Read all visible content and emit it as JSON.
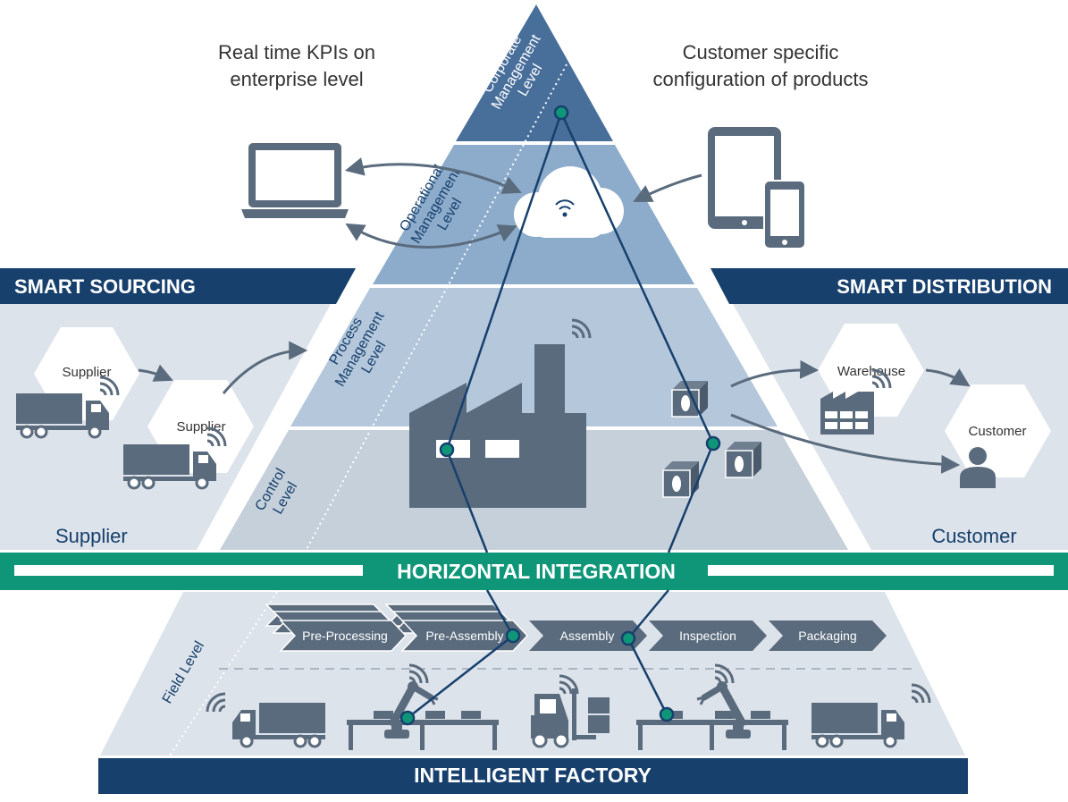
{
  "top_captions": {
    "left_line1": "Real time KPIs on",
    "left_line2": "enterprise level",
    "right_line1": "Customer specific",
    "right_line2": "configuration of products"
  },
  "levels": {
    "corporate": [
      "Corporate",
      "Management",
      "Level"
    ],
    "operational": [
      "Operational",
      "Management",
      "Level"
    ],
    "process": [
      "Process",
      "Management",
      "Level"
    ],
    "control": [
      "Control",
      "Level"
    ],
    "field": "Field Level"
  },
  "banners": {
    "smart_sourcing": "SMART SOURCING",
    "smart_distribution": "SMART DISTRIBUTION",
    "horizontal_integration": "HORIZONTAL INTEGRATION",
    "intelligent_factory": "INTELLIGENT FACTORY"
  },
  "side_labels": {
    "supplier_hex_1": "Supplier",
    "supplier_hex_2": "Supplier",
    "supplier_zone": "Supplier",
    "warehouse_hex": "Warehouse",
    "customer_hex": "Customer",
    "customer_zone": "Customer"
  },
  "process_steps": [
    "Pre-Processing",
    "Pre-Assembly",
    "Assembly",
    "Inspection",
    "Packaging"
  ],
  "colors": {
    "navy": "#17406d",
    "slate": "#5a6b7d",
    "green": "#0f9679",
    "light_panel": "#dde3ea"
  },
  "icons": [
    "laptop-icon",
    "cloud-wifi-icon",
    "tablet-icon",
    "phone-icon",
    "factory-icon",
    "truck-icon",
    "forklift-icon",
    "robot-arm-icon",
    "warehouse-icon",
    "person-icon",
    "box-icon",
    "wifi-icon"
  ]
}
